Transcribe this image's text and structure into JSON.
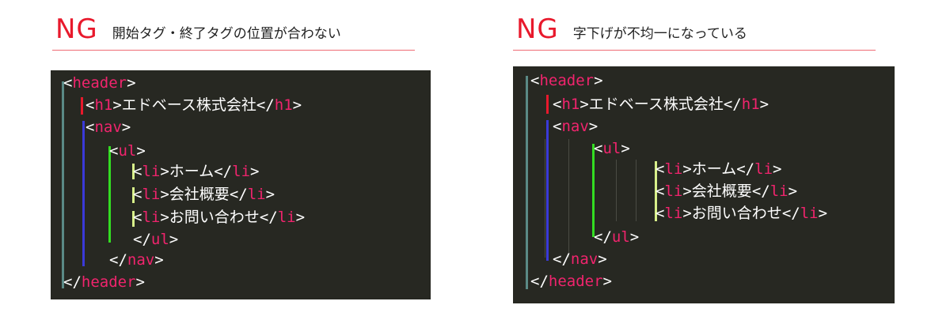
{
  "left_panel": {
    "ng_label": "NG",
    "description": "開始タグ・終了タグの位置が合わない",
    "code": {
      "header_open_tag": "header",
      "h1_open_tag": "h1",
      "h1_text": "エドベース株式会社",
      "h1_close_tag": "h1",
      "nav_open_tag": "nav",
      "ul_open_tag": "ul",
      "li1_open_tag": "li",
      "li1_text": "ホーム",
      "li1_close_tag": "li",
      "li2_open_tag": "li",
      "li2_text": "会社概要",
      "li2_close_tag": "li",
      "li3_open_tag": "li",
      "li3_text": "お問い合わせ",
      "li3_close_tag": "li",
      "ul_close_tag": "ul",
      "nav_close_tag": "nav",
      "header_close_tag": "header"
    }
  },
  "right_panel": {
    "ng_label": "NG",
    "description": "字下げが不均一になっている",
    "code": {
      "header_open_tag": "header",
      "h1_open_tag": "h1",
      "h1_text": "エドベース株式会社",
      "h1_close_tag": "h1",
      "nav_open_tag": "nav",
      "ul_open_tag": "ul",
      "li1_open_tag": "li",
      "li1_text": "ホーム",
      "li1_close_tag": "li",
      "li2_open_tag": "li",
      "li2_text": "会社概要",
      "li2_close_tag": "li",
      "li3_open_tag": "li",
      "li3_text": "お問い合わせ",
      "li3_close_tag": "li",
      "ul_close_tag": "ul",
      "nav_close_tag": "nav",
      "header_close_tag": "header"
    }
  },
  "colors": {
    "ng_red": "#e8192c",
    "editor_bg": "#272822",
    "tag_pink": "#f0246d",
    "guide_header": "#5a8a86",
    "guide_h1": "#e8192c",
    "guide_nav": "#3a3ad8",
    "guide_ul": "#33dd22",
    "guide_li": "#d8f08a"
  }
}
